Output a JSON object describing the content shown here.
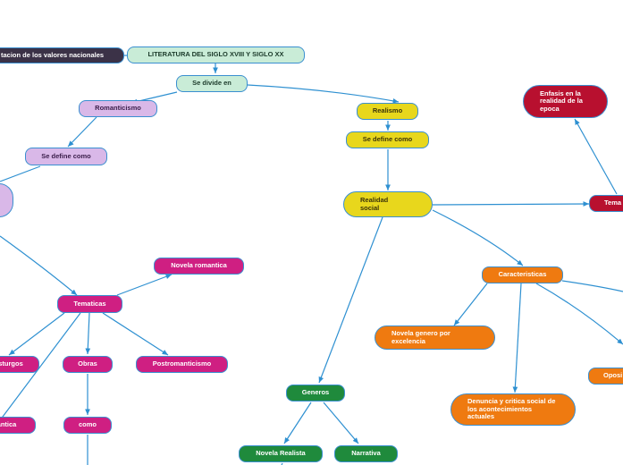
{
  "colors": {
    "edge": "#2e90d1",
    "main_topic": "#c9ecd7",
    "dark": "#3b3247",
    "violet": "#d9b8e8",
    "yellow": "#e8d71c",
    "magenta": "#cf1f82",
    "orange": "#ef7a10",
    "green": "#1f8a3c",
    "crimson": "#b8102f"
  },
  "nodes": {
    "title": "LITERATURA DEL SIGLO XVIII Y SIGLO XX",
    "national_values": "tacion de los valores nacionales",
    "se_divide_en": "Se divide en",
    "romanticismo": "Romanticismo",
    "romanticismo_se_define_como": "Se define como",
    "realismo": "Realismo",
    "realismo_se_define_como": "Se define como",
    "realidad_social": "Realidad social",
    "enfasis": "Enfasis en la realidad de la epoca",
    "tema": "Tema",
    "caracteristicas": "Caracteristicas",
    "novela_genero": "Novela genero por excelencia",
    "denuncia": "Denuncia y critica social de los acontecimientos actuales",
    "oposicion": "Oposi",
    "generos": "Generos",
    "novela_realista": "Novela Realista",
    "narrativa": "Narrativa",
    "novela_romantica": "Novela romantica",
    "tematicas": "Tematicas",
    "costumbristas": "sturgos",
    "obras": "Obras",
    "postromanticismo": "Postromanticismo",
    "antica": "antica",
    "como": "como"
  }
}
